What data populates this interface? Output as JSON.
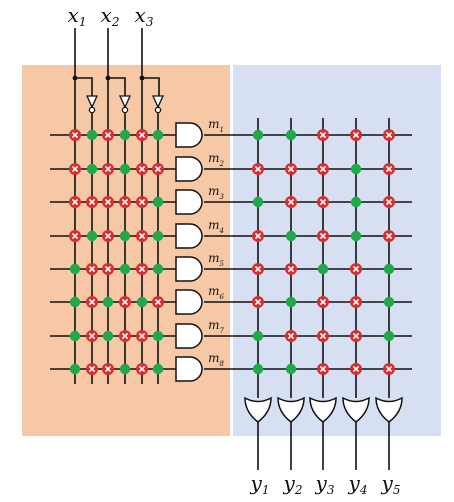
{
  "inputs": [
    {
      "name": "x",
      "sub": "1"
    },
    {
      "name": "x",
      "sub": "2"
    },
    {
      "name": "x",
      "sub": "3"
    }
  ],
  "outputs": [
    {
      "name": "y",
      "sub": "1"
    },
    {
      "name": "y",
      "sub": "2"
    },
    {
      "name": "y",
      "sub": "3"
    },
    {
      "name": "y",
      "sub": "4"
    },
    {
      "name": "y",
      "sub": "5"
    }
  ],
  "minterms": [
    {
      "name": "m",
      "sub": "1"
    },
    {
      "name": "m",
      "sub": "2"
    },
    {
      "name": "m",
      "sub": "3"
    },
    {
      "name": "m",
      "sub": "4"
    },
    {
      "name": "m",
      "sub": "5"
    },
    {
      "name": "m",
      "sub": "6"
    },
    {
      "name": "m",
      "sub": "7"
    },
    {
      "name": "m",
      "sub": "8"
    }
  ],
  "and_plane": [
    [
      "X",
      "O",
      "X",
      "O",
      "X",
      "O"
    ],
    [
      "X",
      "O",
      "X",
      "O",
      "X",
      "X"
    ],
    [
      "X",
      "X",
      "X",
      "X",
      "X",
      "O"
    ],
    [
      "X",
      "O",
      "X",
      "O",
      "X",
      "O"
    ],
    [
      "O",
      "X",
      "X",
      "O",
      "X",
      "O"
    ],
    [
      "O",
      "X",
      "O",
      "X",
      "O",
      "X"
    ],
    [
      "O",
      "X",
      "O",
      "X",
      "X",
      "O"
    ],
    [
      "O",
      "X",
      "X",
      "O",
      "X",
      "O"
    ]
  ],
  "or_plane": [
    [
      "O",
      "O",
      "X",
      "X",
      "X"
    ],
    [
      "X",
      "X",
      "X",
      "O",
      "X"
    ],
    [
      "O",
      "X",
      "X",
      "O",
      "X"
    ],
    [
      "X",
      "O",
      "X",
      "O",
      "X"
    ],
    [
      "X",
      "X",
      "O",
      "X",
      "O"
    ],
    [
      "X",
      "O",
      "X",
      "X",
      "O"
    ],
    [
      "O",
      "X",
      "X",
      "X",
      "O"
    ],
    [
      "O",
      "O",
      "X",
      "X",
      "X"
    ]
  ],
  "colors": {
    "and_region": "#F6C8A6",
    "or_region": "#D7E0F3",
    "connected_dot": "#1FAA4A",
    "cut_fuse": "#D62E2E",
    "wire": "#111111"
  }
}
